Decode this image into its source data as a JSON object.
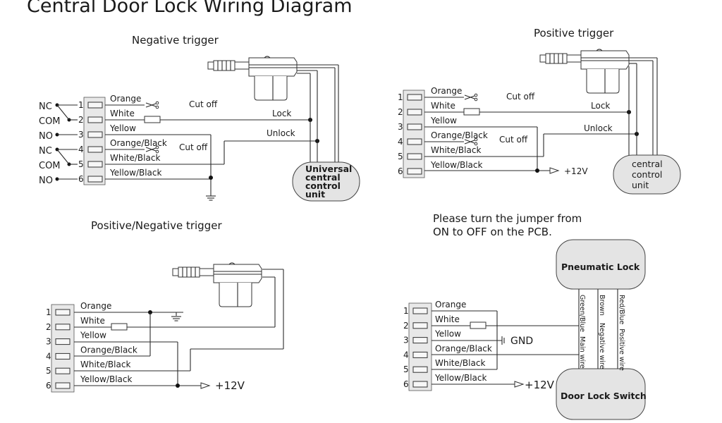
{
  "title": "Central Door Lock Wiring Diagram",
  "colors": {
    "line": "#2a2a2a",
    "unit_fill": "#e4e4e4",
    "block_fill": "#e8e8e8",
    "background": "#ffffff"
  },
  "panels": {
    "negative": {
      "heading": "Negative trigger",
      "pins": [
        "1",
        "2",
        "3",
        "4",
        "5",
        "6"
      ],
      "terminals": [
        "NC",
        "COM",
        "NO",
        "NC",
        "COM",
        "NO"
      ],
      "wires": [
        "Orange",
        "White",
        "Yellow",
        "Orange/Black",
        "White/Black",
        "Yellow/Black"
      ],
      "cut1": "Cut off",
      "cut2": "Cut off",
      "lock": "Lock",
      "unlock": "Unlock",
      "unit_lines": [
        "Universal",
        "central",
        "control",
        "unit"
      ],
      "icons": [
        "scissors-icon",
        "fuse-icon",
        "ground-icon",
        "actuator-icon"
      ]
    },
    "positive": {
      "heading": "Positive trigger",
      "pins": [
        "1",
        "2",
        "3",
        "4",
        "5",
        "6"
      ],
      "wires": [
        "Orange",
        "White",
        "Yellow",
        "Orange/Black",
        "White/Black",
        "Yellow/Black"
      ],
      "cut1": "Cut off",
      "cut2": "Cut off",
      "lock": "Lock",
      "unlock": "Unlock",
      "v12": "+12V",
      "unit_lines": [
        "central",
        "control",
        "unit"
      ]
    },
    "posneg": {
      "heading": "Positive/Negative  trigger",
      "pins": [
        "1",
        "2",
        "3",
        "4",
        "5",
        "6"
      ],
      "wires": [
        "Orange",
        "White",
        "Yellow",
        "Orange/Black",
        "White/Black",
        "Yellow/Black"
      ],
      "v12": "+12V"
    },
    "pneumatic": {
      "note_line1": "Please turn the jumper from",
      "note_line2": "ON to OFF on the PCB.",
      "pins": [
        "1",
        "2",
        "3",
        "4",
        "5",
        "6"
      ],
      "wires": [
        "Orange",
        "White",
        "Yellow",
        "Orange/Black",
        "White/Black",
        "Yellow/Black"
      ],
      "gnd": "GND",
      "v12": "+12V",
      "top_box": "Pneumatic Lock",
      "bottom_box": "Door Lock Switch",
      "vwires": [
        {
          "color": "Green/Blue",
          "role": "Main wire"
        },
        {
          "color": "Brown",
          "role": "Negative wire"
        },
        {
          "color": "Red/Blue",
          "role": "Positive wire"
        }
      ]
    }
  }
}
